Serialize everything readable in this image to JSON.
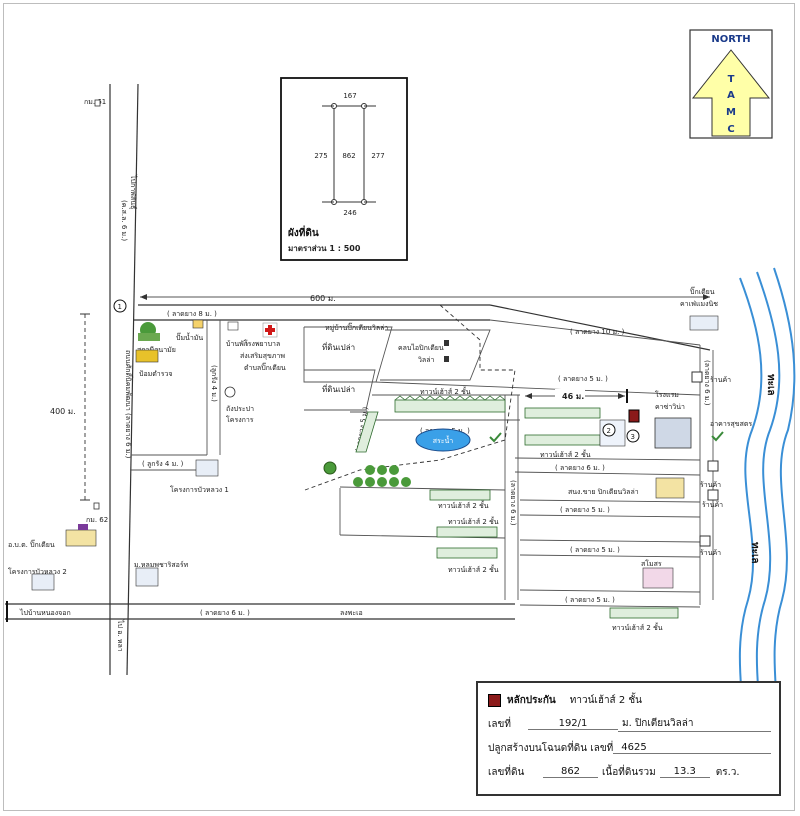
{
  "north_arrow": {
    "label": "NORTH",
    "letters": [
      "T",
      "A",
      "M",
      "C"
    ]
  },
  "plot_diagram": {
    "plot_no": "862",
    "top_neighbor": "167",
    "bottom_neighbor": "246",
    "left_neighbor": "275",
    "right_neighbor": "277",
    "title": "ผังที่ดิน",
    "scale": "มาตราส่วน 1 : 500"
  },
  "roads": {
    "main_highway_upper": "ไปกาฬสินธุ์",
    "main_highway_upper2": "(ค.ส.ล. 6 ม.)",
    "main_highway_middle": "ถนนศักดิ์นิคมพัฒนา (ลาดยาง 6 ม.)",
    "main_highway_lower": "ไป อ. หลา",
    "km61": "กม. 61",
    "km62": "กม. 62",
    "top_road": "( ลาดยาง 8 ม. )",
    "top_road_dist": "600 ม.",
    "east_road": "( ลาดยาง 10 ม. )",
    "village_road": "หมู่บ้านปิ๊กเตียนวิลล่า",
    "soi_road": "( ลูกรัง 4 ม. )",
    "soi_road_v": "(ลูกรัง 4 ม.)",
    "bottom_road": "( ลาดยาง 6 ม. )",
    "to_nong_jok": "ไปบ้านหนองจอก",
    "lampao": "ลงพะเอ",
    "r_5m_a": "( ลาดยาง 5 ม. )",
    "r_5m_b": "( ลาดยาง 5 ม. )",
    "r_6m": "( ลาดยาง 6 ม. )",
    "r_5m_c": "( ลาดยาง 5 ม. )",
    "r_5m_d": "( ลาดยาง 5 ม. )",
    "r_5m_e": "( ลาดยาง 5 ม. )",
    "r_6m_v": "(ลาดยาง 6 ม.)",
    "r_5m_v": "(ลาดยาง 5 ม.)",
    "r_6m_v2": "(ลาดยาง 6 ม.)",
    "dist_400": "400 ม.",
    "dist_46": "46 ม."
  },
  "places": {
    "health_station": "สถานีอนามัย",
    "gas_station": "ปั๊มน้ำมัน",
    "police": "ป้อมตำรวจ",
    "home": "บ้านพัก",
    "hospital": "โรงพยาบาลส่งเสริมสุขภาพตำบลปิ๊กเตียน",
    "water_tower": "ถังประปาโครงการ",
    "project_1": "โครงการบัวหลวง 1",
    "project_2": "โครงการบัวหลวง 2",
    "school": "อ.บ.ต. ปิ๊กเตียน",
    "mall": "ม.หลมพชาริสอร์ท",
    "empty_land_1": "ที่ดินเปล่า",
    "empty_land_2": "ที่ดินเปล่า",
    "villa_office": "คลบไอปิกเตียน วิลล่า",
    "pond": "สระน้ำ",
    "townhouse": "ทาวน์เฮ้าส์ 2 ชั้น",
    "hotel": "โรงแรม คาซ่าวิน่า",
    "office": "สนง.ขาย ปิกเตียนวิลล่า",
    "building": "อาคารสุขสตร",
    "shop": "ร้านค้า",
    "temple": "สโมสร",
    "river": "ทะเล",
    "market": "ปิ๊กเตียน คาเฟ่แมงนิช"
  },
  "info": {
    "marker_label": "หลักประกัน",
    "type": "ทาวน์เฮ้าส์ 2 ชั้น",
    "house_no_label": "เลขที่",
    "house_no": "192/1",
    "village_label": "ม. ปิกเตียนวิลล่า",
    "deed_label": "ปลูกสร้างบนโฉนดที่ดิน เลขที่",
    "deed_no": "4625",
    "land_no_label": "เลขที่ดิน",
    "land_no": "862",
    "area_label": "เนื้อที่ดินรวม",
    "area": "13.3",
    "area_unit": "ตร.ว."
  },
  "colors": {
    "arrow_fill": "#ffffa8",
    "north_text": "#1a3a8a",
    "pond": "#3aa0e8",
    "river": "#3a8fd6",
    "marker": "#8b1a1a",
    "hospital_cross": "#d01818"
  }
}
